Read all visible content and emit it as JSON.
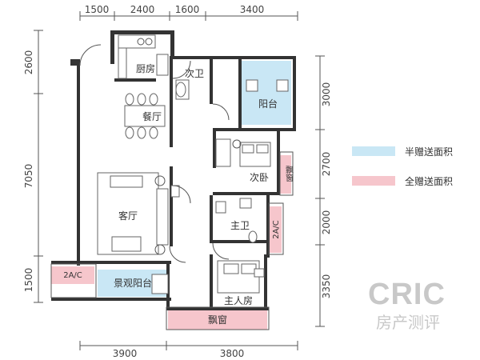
{
  "dimensions": {
    "top": [
      "1500",
      "2400",
      "1600",
      "3400"
    ],
    "bottom": [
      "3900",
      "3800"
    ],
    "left": [
      "2600",
      "7050",
      "1500"
    ],
    "right": [
      "3000",
      "2700",
      "2000",
      "3350"
    ]
  },
  "rooms": {
    "kitchen": "厨房",
    "dining": "餐厅",
    "secondary_bath": "次卫",
    "balcony": "阳台",
    "second_bedroom": "次卧",
    "living": "客厅",
    "master_bath": "主卫",
    "master_bedroom": "主人房",
    "view_balcony": "景观阳台",
    "bay_window_bottom": "飘窗",
    "bay_window_side": "飘窗",
    "ac_side": "2A/C",
    "ac_left": "2A/C"
  },
  "legend": {
    "half_gift": "半赠送面积",
    "full_gift": "全赠送面积"
  },
  "colors": {
    "half_gift": "#c9e7f5",
    "full_gift": "#f6c6cc",
    "wall": "#333333"
  },
  "watermark": {
    "line1": "CRIC",
    "line2": "房产测评"
  }
}
